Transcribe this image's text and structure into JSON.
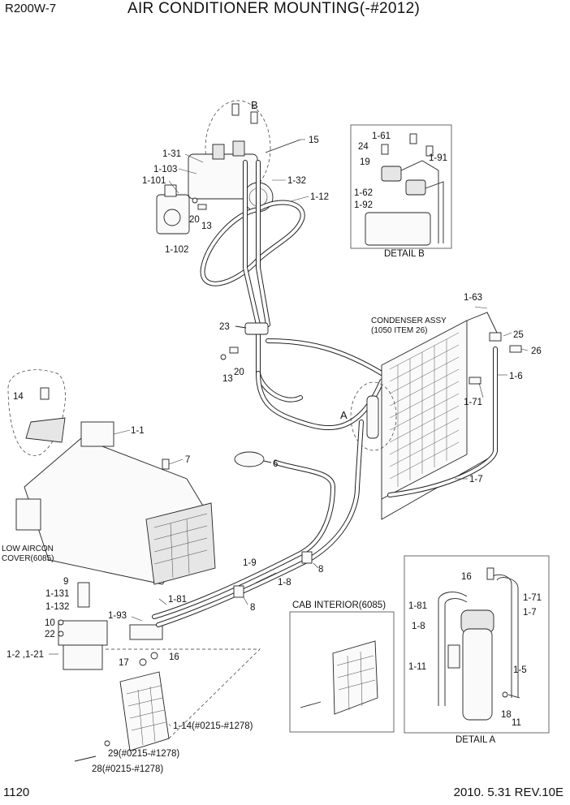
{
  "header": {
    "model": "R200W-7",
    "title": "AIR CONDITIONER MOUNTING(-#2012)"
  },
  "footer": {
    "page": "1120",
    "revision": "2010. 5.31  REV.10E"
  },
  "callouts": {
    "b_marker": "B",
    "a_marker": "A",
    "c15": "15",
    "c1_31": "1-31",
    "c1_103": "1-103",
    "c1_101": "1-101",
    "c1_32": "1-32",
    "c1_12": "1-12",
    "c20a": "20",
    "c13a": "13",
    "c1_102": "1-102",
    "c23": "23",
    "c13b": "13",
    "c20b": "20",
    "c14": "14",
    "c1_1": "1-1",
    "c7": "7",
    "c6": "6",
    "low_aircon": "LOW AIRCON",
    "cover": "COVER(6085)",
    "c9": "9",
    "c1_131": "1-131",
    "c1_132": "1-132",
    "c1_81": "1-81",
    "c1_93": "1-93",
    "c10": "10",
    "c22": "22",
    "c1_2_1_21": "1-2 ,1-21",
    "c17": "17",
    "c16": "16",
    "c1_9": "1-9",
    "c1_8": "1-8",
    "c8a": "8",
    "c8b": "8",
    "c1_14": "1-14(#0215-#1278)",
    "c29": "29(#0215-#1278)",
    "c28": "28(#0215-#1278)",
    "c1_63": "1-63",
    "condenser_1": "CONDENSER ASSY",
    "condenser_2": "(1050 ITEM 26)",
    "c25": "25",
    "c26": "26",
    "c1_6": "1-6",
    "c1_71": "1-71",
    "c1_7": "1-7",
    "cab_interior": "CAB INTERIOR(6085)"
  },
  "detail_b": {
    "title": "DETAIL B",
    "c1_61": "1-61",
    "c24": "24",
    "c19": "19",
    "c1_91": "1-91",
    "c1_62": "1-62",
    "c1_92": "1-92"
  },
  "detail_a": {
    "title": "DETAIL A",
    "c16": "16",
    "c1_71": "1-71",
    "c1_81": "1-81",
    "c1_7": "1-7",
    "c1_8": "1-8",
    "c1_11": "1-11",
    "c1_5": "1-5",
    "c18": "18",
    "c11": "11"
  }
}
